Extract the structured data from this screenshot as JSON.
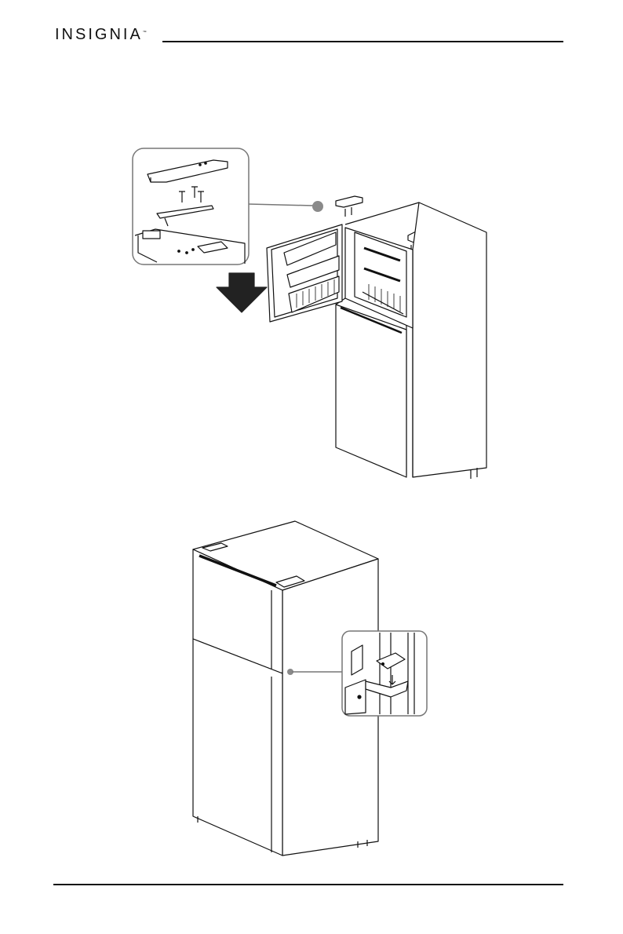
{
  "header": {
    "logo_text": "INSIGNIA",
    "trademark": "™"
  },
  "page_number": "",
  "figures": [
    {
      "name": "door-removal-illustration"
    },
    {
      "name": "refrigerator-assembled-illustration"
    }
  ],
  "colors": {
    "line": "#111111",
    "callout": "#888888",
    "callout_dot": "#8a8a8a"
  }
}
